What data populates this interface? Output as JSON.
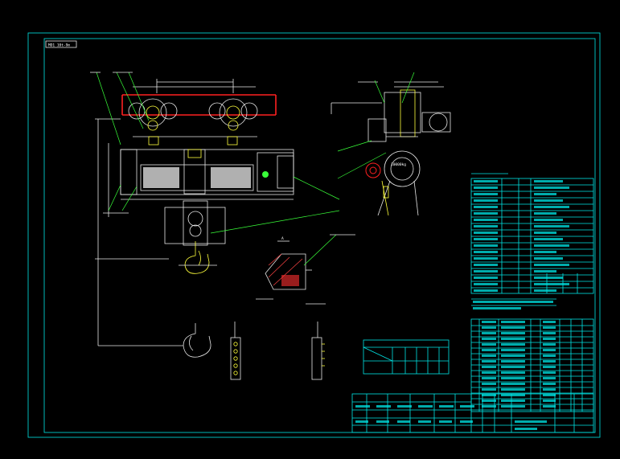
{
  "drawing": {
    "title_tag": "MD1 10t-9m",
    "capacity_label": "10000kg",
    "detail_label": "A",
    "colors": {
      "background": "#000000",
      "border": "#00e5e5",
      "outline": "#e8e8e8",
      "leader": "#39ff39",
      "highlight": "#ffff3c",
      "rail": "#ff2020"
    }
  }
}
